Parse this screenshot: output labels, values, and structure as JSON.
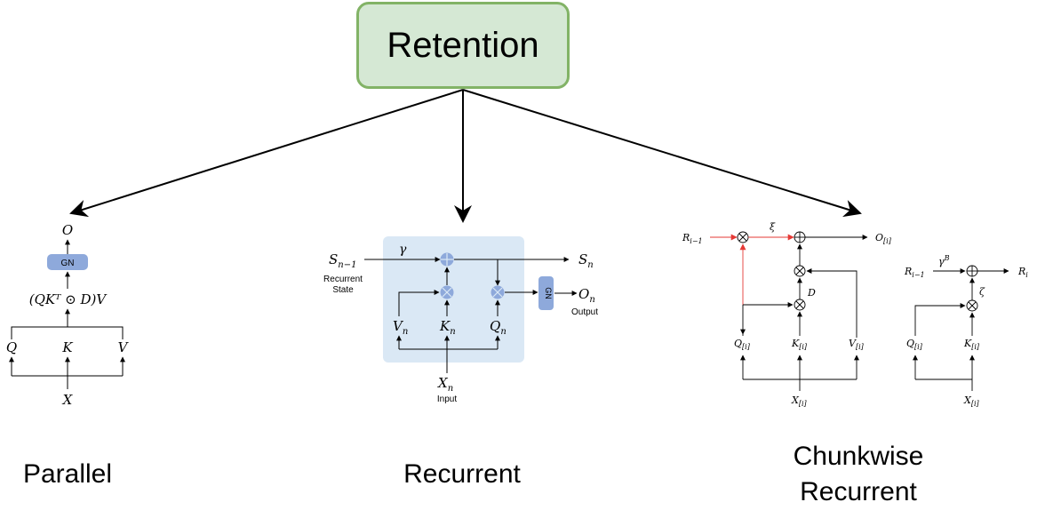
{
  "root": {
    "title": "Retention"
  },
  "categories": {
    "parallel": "Parallel",
    "recurrent": "Recurrent",
    "chunkwise_line1": "Chunkwise",
    "chunkwise_line2": "Recurrent"
  },
  "parallel": {
    "output": "O",
    "gn": "GN",
    "formula": "(QKᵀ ⊙ D)V",
    "q": "Q",
    "k": "K",
    "v": "V",
    "x": "X"
  },
  "recurrent": {
    "s_prev": "S",
    "s_prev_sub": "n−1",
    "recurrent_state_line1": "Recurrent",
    "recurrent_state_line2": "State",
    "gamma": "γ",
    "s_next": "S",
    "s_next_sub": "n",
    "v": "V",
    "v_sub": "n",
    "k": "K",
    "k_sub": "n",
    "q": "Q",
    "q_sub": "n",
    "gn": "GN",
    "o": "O",
    "o_sub": "n",
    "output_label": "Output",
    "x": "X",
    "x_sub": "n",
    "input_label": "Input"
  },
  "chunkwise": {
    "r_prev": "R",
    "r_prev_sub": "i−1",
    "xi": "ξ",
    "o": "O",
    "o_sub": "[i]",
    "d": "D",
    "q": "Q",
    "q_sub": "[i]",
    "k": "K",
    "k_sub": "[i]",
    "v": "V",
    "v_sub": "[i]",
    "x": "X",
    "x_sub": "[i]"
  },
  "chunkwise_small": {
    "r_prev": "R",
    "r_prev_sub": "i−1",
    "gamma": "γ",
    "gamma_sup": "B",
    "r_next": "R",
    "r_next_sub": "i",
    "zeta": "ζ",
    "q": "Q",
    "q_sub": "[i]",
    "k": "K",
    "k_sub": "[i]",
    "x": "X",
    "x_sub": "[i]"
  },
  "colors": {
    "root_fill": "#d5e8d4",
    "root_border": "#82b366",
    "recurrent_panel": "#dae8f5",
    "gn_fill": "#8ea9db",
    "highlight": "#e53935"
  }
}
